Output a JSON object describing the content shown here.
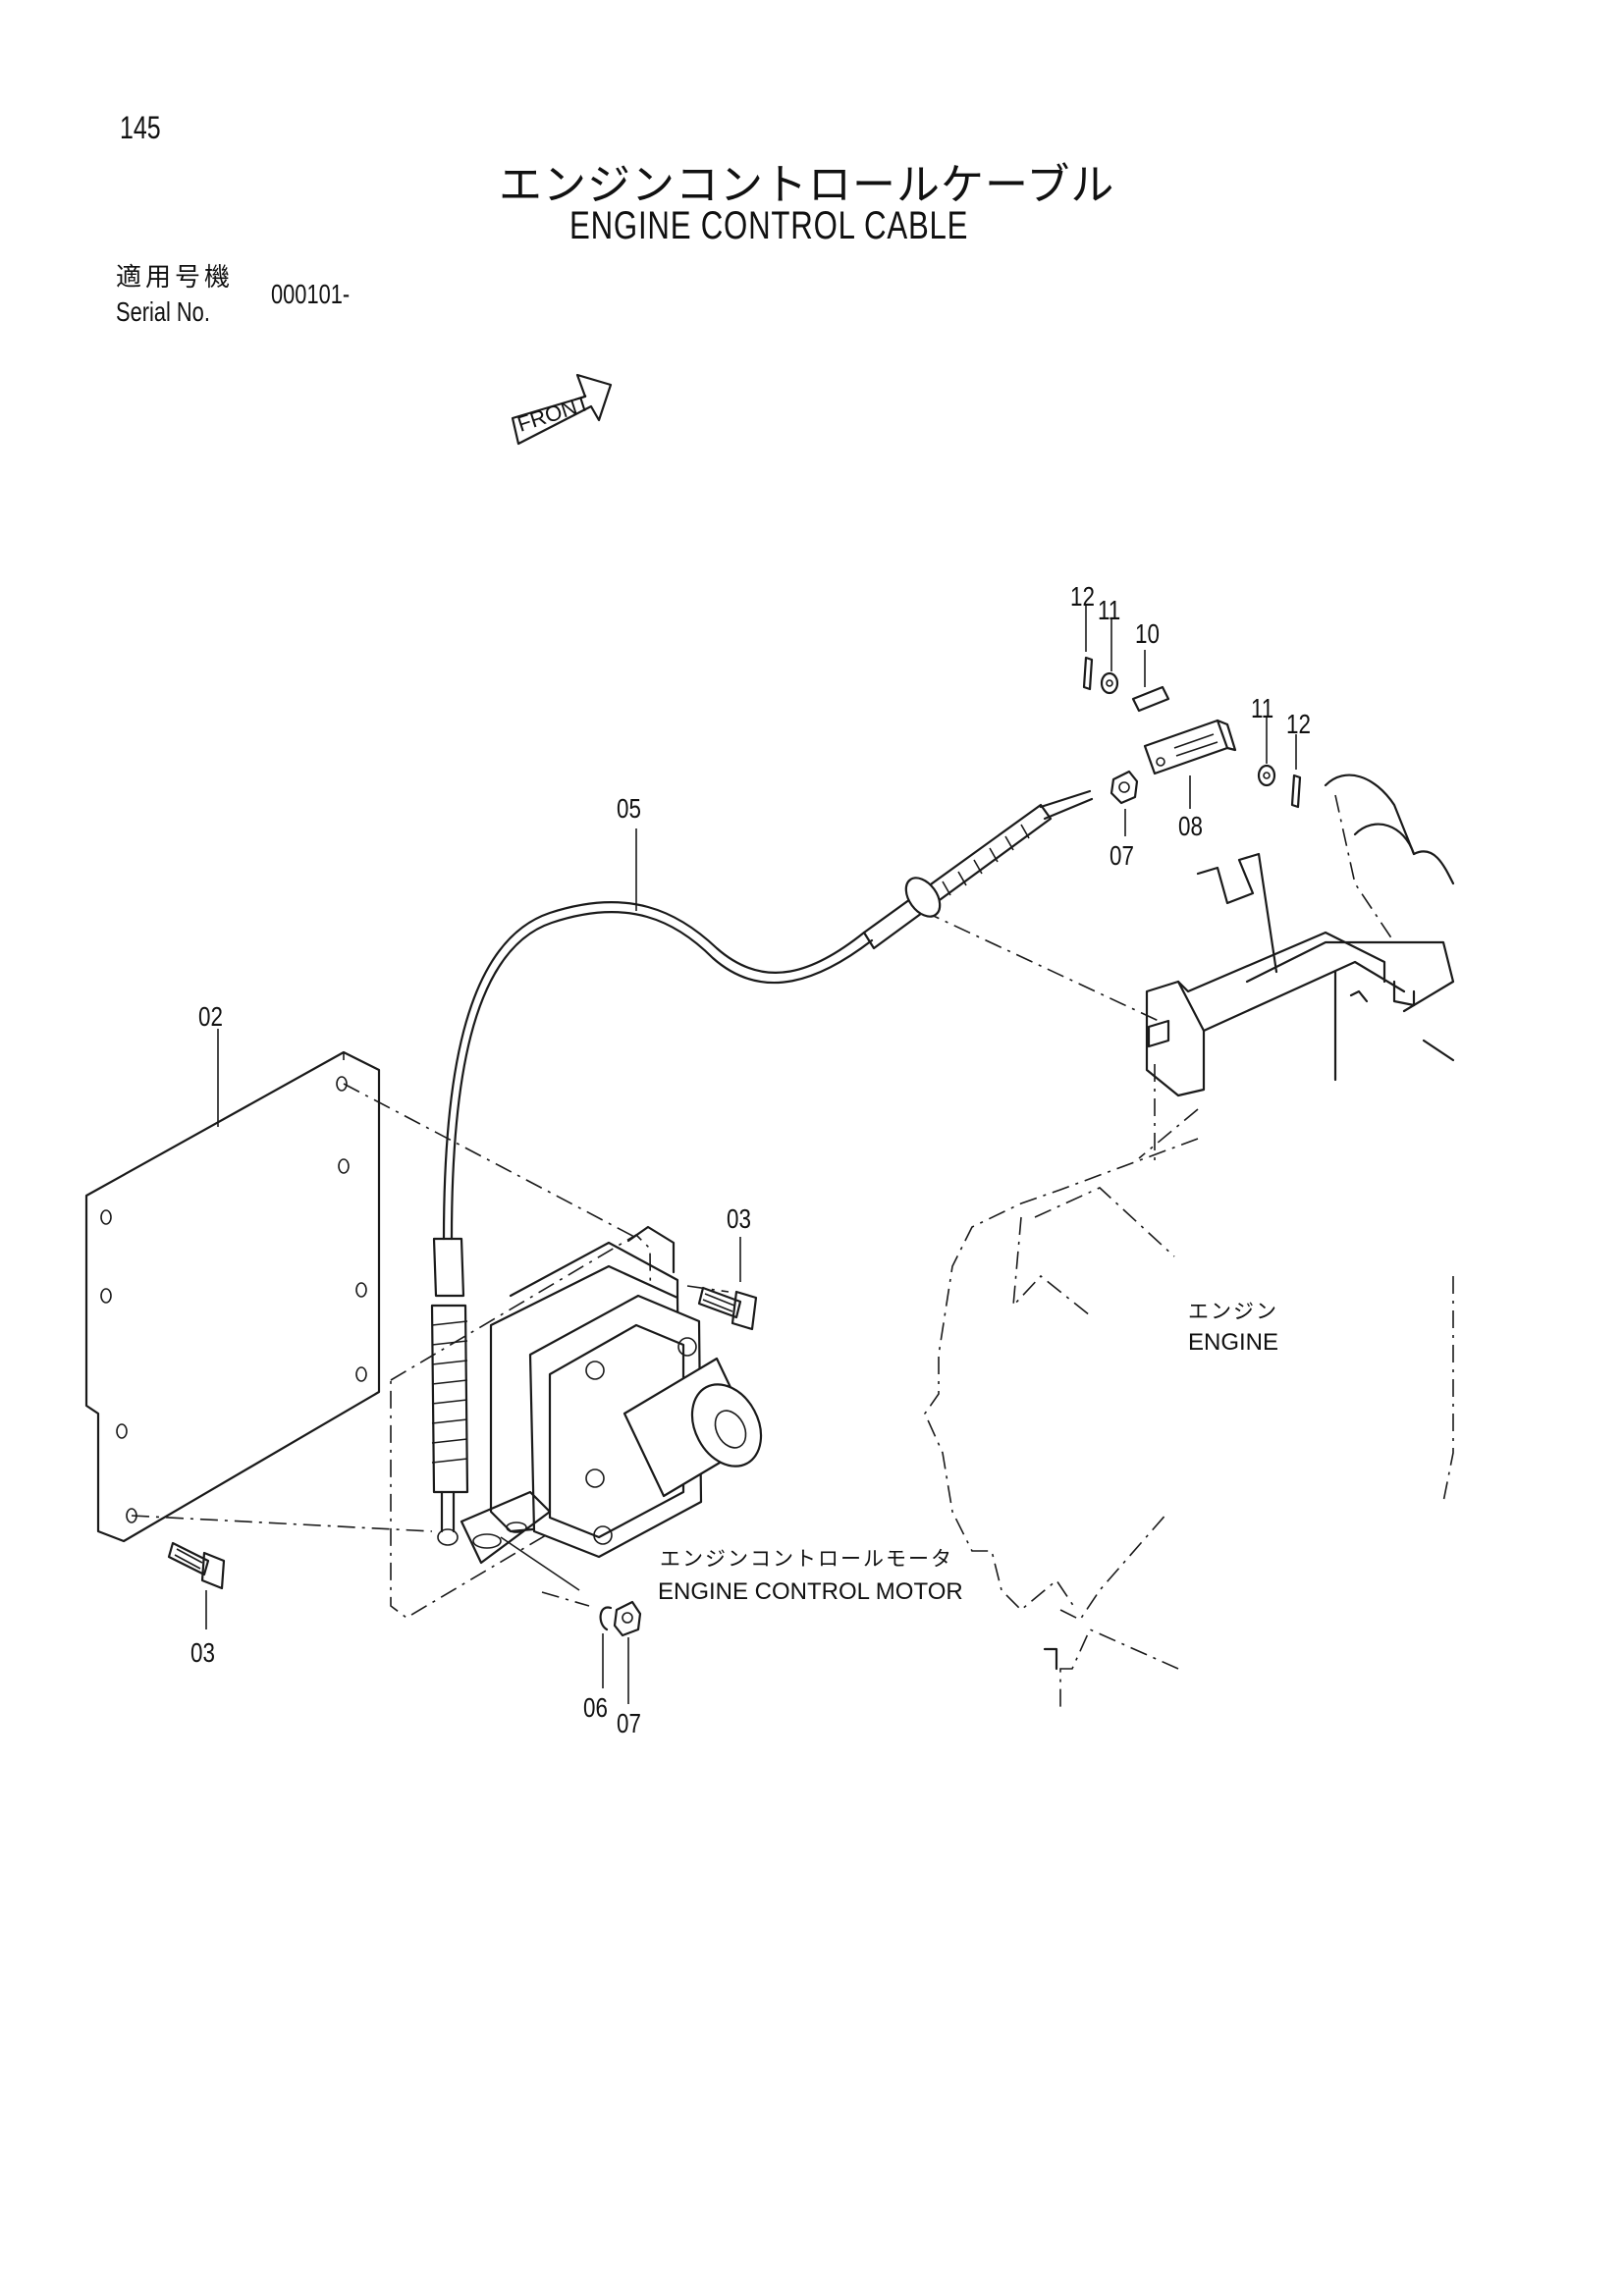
{
  "header": {
    "page_number": "145",
    "title_jp": "エンジンコントロールケーブル",
    "title_en": "ENGINE CONTROL CABLE",
    "serial_label_jp": "適用号機",
    "serial_label_en": "Serial No.",
    "serial_value": "000101-"
  },
  "front_marker": "FRONT",
  "callouts": {
    "c02": "02",
    "c03a": "03",
    "c03b": "03",
    "c05": "05",
    "c06": "06",
    "c07a": "07",
    "c07b": "07",
    "c08": "08",
    "c10": "10",
    "c11a": "11",
    "c11b": "11",
    "c12a": "12",
    "c12b": "12"
  },
  "labels": {
    "engine_jp": "エンジン",
    "engine_en": "ENGINE",
    "motor_jp": "エンジンコントロールモータ",
    "motor_en": "ENGINE CONTROL MOTOR"
  }
}
